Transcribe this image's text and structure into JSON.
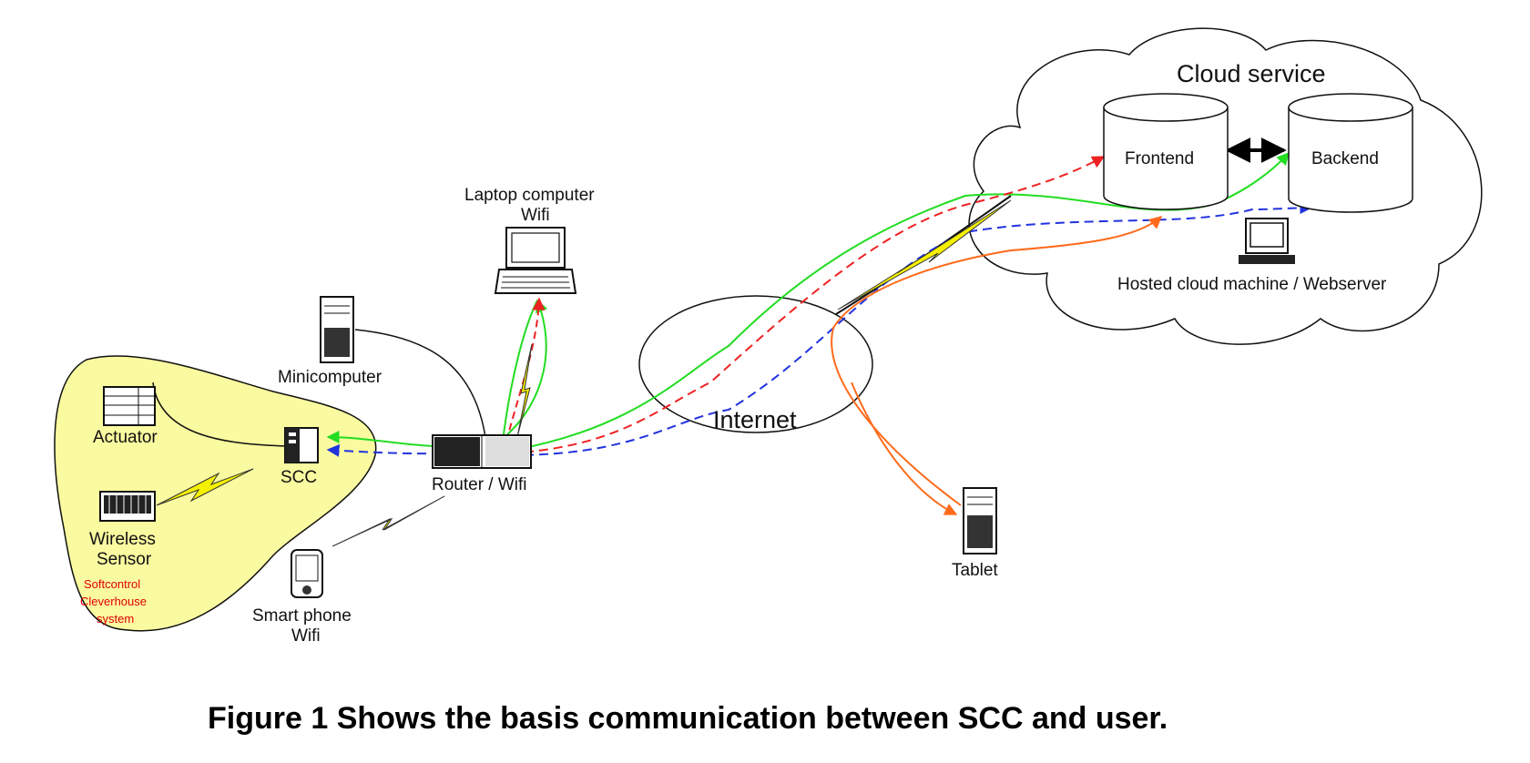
{
  "labels": {
    "cloud_service": "Cloud service",
    "frontend": "Frontend",
    "backend": "Backend",
    "hosted_machine": "Hosted cloud machine / Webserver",
    "laptop_line1": "Laptop computer",
    "laptop_line2": "Wifi",
    "minicomputer": "Minicomputer",
    "internet": "Internet",
    "actuator": "Actuator",
    "scc": "SCC",
    "router": "Router / Wifi",
    "wireless_line1": "Wireless",
    "wireless_line2": "Sensor",
    "softcontrol_line1": "Softcontrol",
    "softcontrol_line2": "Cleverhouse",
    "softcontrol_line3": "system",
    "smartphone_line1": "Smart phone",
    "smartphone_line2": "Wifi",
    "tablet": "Tablet"
  },
  "caption": "Figure 1 Shows the basis communication between SCC and user.",
  "colors": {
    "green": "#22dd22",
    "red": "#ee2222",
    "blue": "#2233dd",
    "orange": "#ff6a1a",
    "system_area": "#fafaa0",
    "lightning": "#f5f000"
  },
  "icons": [
    "laptop-icon",
    "minicomputer-icon",
    "actuator-icon",
    "scc-icon",
    "router-icon",
    "wireless-sensor-icon",
    "smartphone-icon",
    "tablet-icon",
    "desktop-icon",
    "database-icon",
    "lightning-icon"
  ]
}
